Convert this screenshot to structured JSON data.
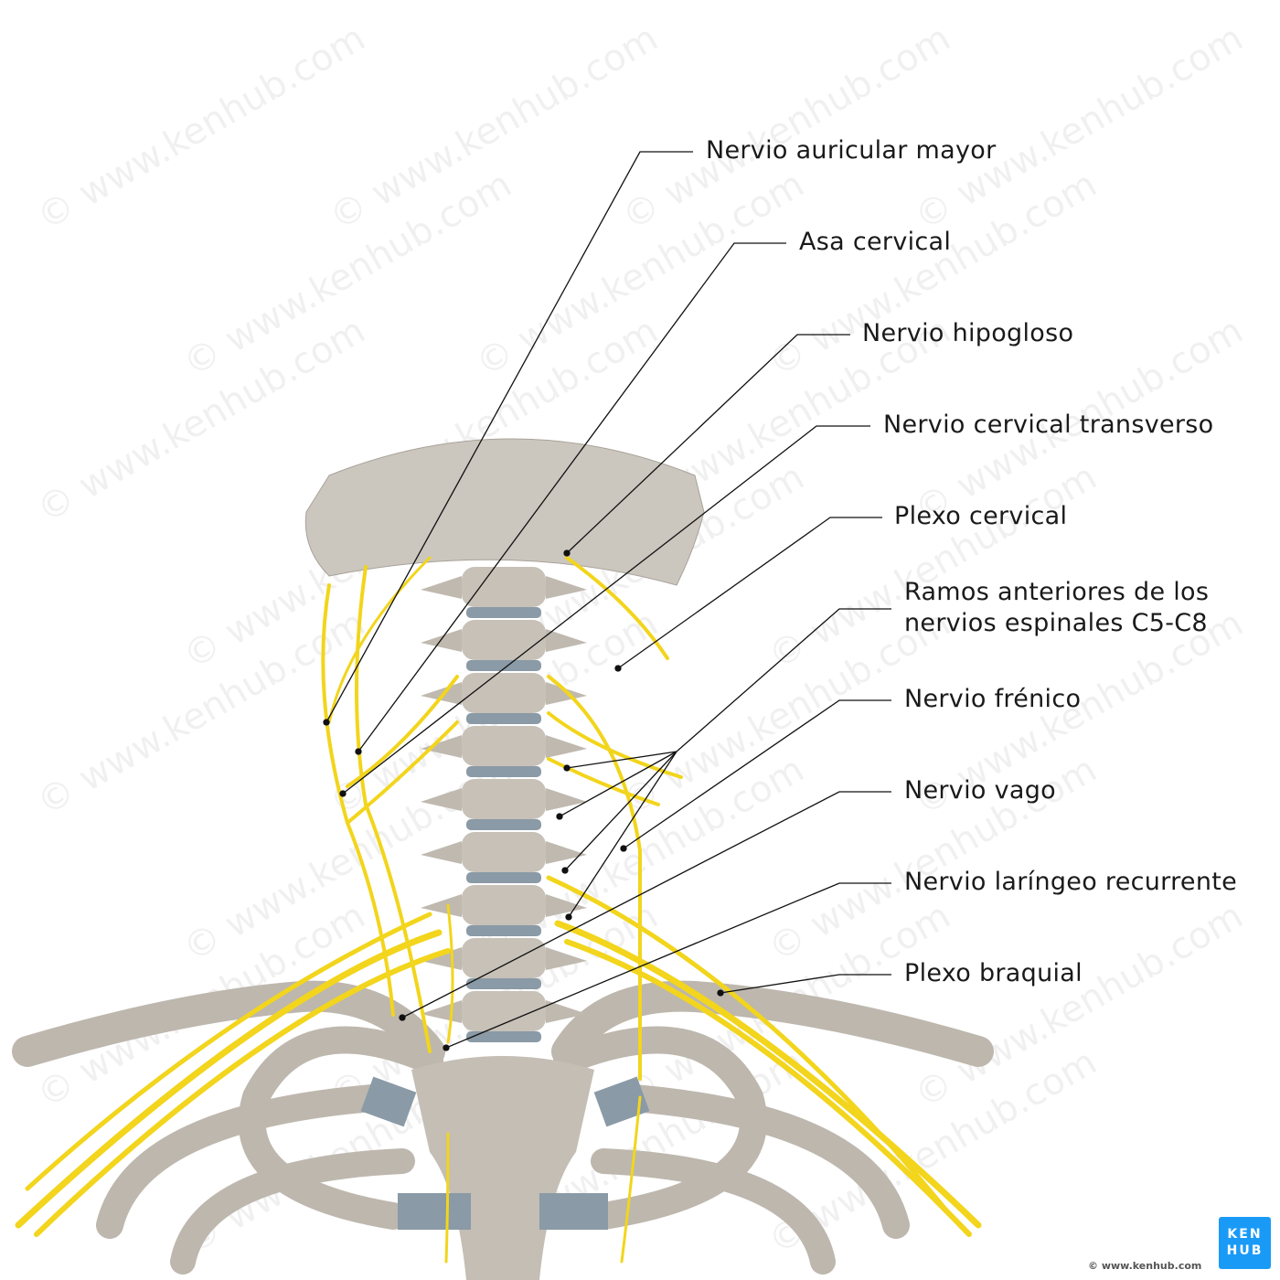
{
  "labels": [
    "Nervio auricular mayor",
    "Asa cervical",
    "Nervio hipogloso",
    "Nervio cervical transverso",
    "Plexo cervical",
    "Ramos anteriores de los",
    "nervios espinales C5-C8",
    "Nervio frénico",
    "Nervio vago",
    "Nervio laríngeo recurrente",
    "Plexo braquial"
  ],
  "watermark": "© www.kenhub.com",
  "logo": {
    "line1": "KEN",
    "line2": "HUB"
  },
  "copyright": "© www.kenhub.com",
  "colors": {
    "nerve": "#f2d51c",
    "bone": "#c9c4bc",
    "cartilage": "#8a9aa6",
    "logo": "#1a9af7"
  }
}
